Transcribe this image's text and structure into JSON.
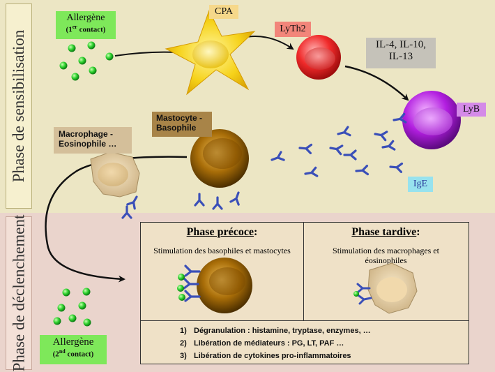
{
  "phases": {
    "sensitization": "Phase de sensibilisation",
    "triggering": "Phase de déclenchement"
  },
  "allergen_first": {
    "name": "Allergène",
    "note_pre": "(1",
    "note_sup": "er",
    "note_post": " contact)"
  },
  "allergen_second": {
    "name": "Allergène",
    "note_pre": "(2",
    "note_sup": "nd",
    "note_post": " contact)"
  },
  "cpa": "CPA",
  "lyth2": "LyTh2",
  "interleukins": {
    "line1": "IL-4, IL-10,",
    "line2": "IL-13"
  },
  "lyb": "LyB",
  "ige": "IgE",
  "mastocyte": {
    "line1": "Mastocyte -",
    "line2": "Basophile"
  },
  "macrophage": {
    "line1": "Macrophage -",
    "line2": "Eosinophile …"
  },
  "early_phase": {
    "title": "Phase précoce",
    "colon": " :",
    "subtitle": "Stimulation des basophiles et mastocytes"
  },
  "late_phase": {
    "title": "Phase tardive",
    "colon": " :",
    "subtitle_line1": "Stimulation des macrophages et",
    "subtitle_line2": "éosinophiles"
  },
  "steps": [
    {
      "num": "1)",
      "text": "Dégranulation : histamine, tryptase, enzymes, …"
    },
    {
      "num": "2)",
      "text": "Libération de médiateurs : PG, LT, PAF …"
    },
    {
      "num": "3)",
      "text": "Libération de cytokines pro-inflammatoires"
    }
  ],
  "colors": {
    "sensitization_band": "#ece6c4",
    "triggering_band": "#ead4cc",
    "allergen_green": "#7ee85a",
    "cpa_yellow": "#f4c430",
    "lyth2_red": "#e8282a",
    "lyb_purple": "#a11ed0",
    "ige_blue": "#3a4fb8",
    "mastocyte_brown": "#7a5200",
    "macrophage_beige": "#d8c09a"
  }
}
